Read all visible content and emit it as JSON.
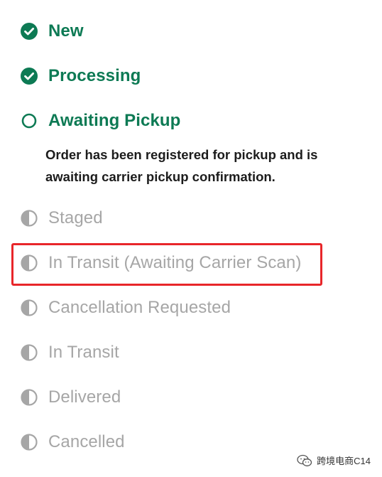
{
  "statuses": {
    "new": "New",
    "processing": "Processing",
    "awaiting_pickup": "Awaiting Pickup",
    "awaiting_pickup_description": "Order has been registered for pickup and is awaiting carrier pickup confirmation.",
    "staged": "Staged",
    "in_transit_awaiting_scan": "In Transit (Awaiting Carrier Scan)",
    "cancellation_requested": "Cancellation Requested",
    "in_transit": "In Transit",
    "delivered": "Delivered",
    "cancelled": "Cancelled"
  },
  "icons": {
    "done": "check-circle-icon",
    "current": "open-circle-icon",
    "pending": "half-circle-icon"
  },
  "colors": {
    "done": "#0d7a54",
    "current": "#0d7a54",
    "pending": "#a6a6a6",
    "highlight": "#e8262a",
    "description": "#1c1c1c"
  },
  "watermark": {
    "text": "跨境电商C14"
  }
}
